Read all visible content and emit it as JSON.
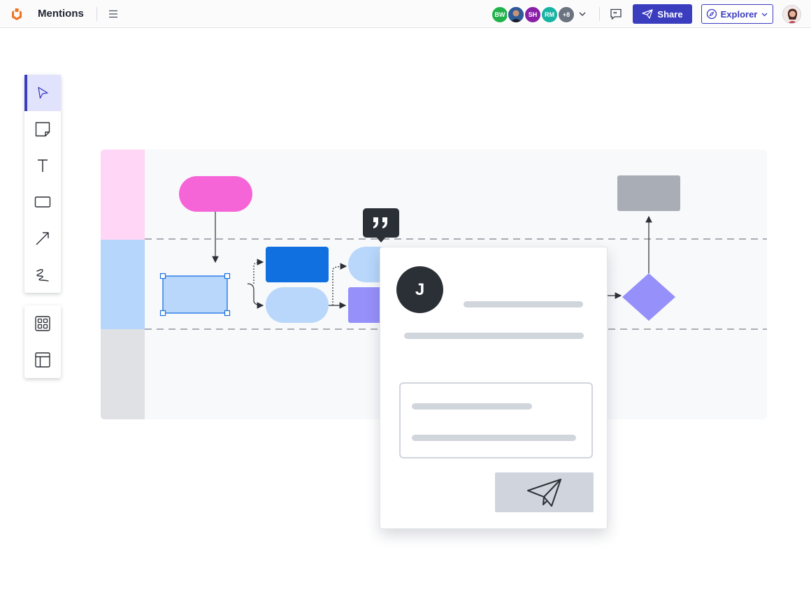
{
  "header": {
    "title": "Mentions",
    "share_label": "Share",
    "explorer_label": "Explorer",
    "collaborators": [
      {
        "initials": "BW",
        "color": "#21b24b"
      },
      {
        "initials": "",
        "color": "#3a4a6a"
      },
      {
        "initials": "SH",
        "color": "#8a1fa8"
      },
      {
        "initials": "RM",
        "color": "#17b3a3"
      },
      {
        "initials": "+8",
        "color": "#6b7280"
      }
    ]
  },
  "toolbar": {
    "tools": [
      "select-tool",
      "sticky-note-tool",
      "text-tool",
      "shape-tool",
      "line-tool",
      "freehand-tool"
    ],
    "secondary": [
      "shape-library-tool",
      "template-tool"
    ]
  },
  "comment": {
    "author_initial": "J"
  },
  "colors": {
    "accent": "#3b3dbf",
    "lane_pink": "#ffd6f5",
    "lane_blue": "#b6d6fb",
    "lane_gray": "#dfe1e5",
    "pink_shape": "#f665d8",
    "blue_dark": "#1070e0",
    "blue_light": "#b8d7fb",
    "purple": "#9690fa",
    "gray_box": "#a8adb6"
  }
}
